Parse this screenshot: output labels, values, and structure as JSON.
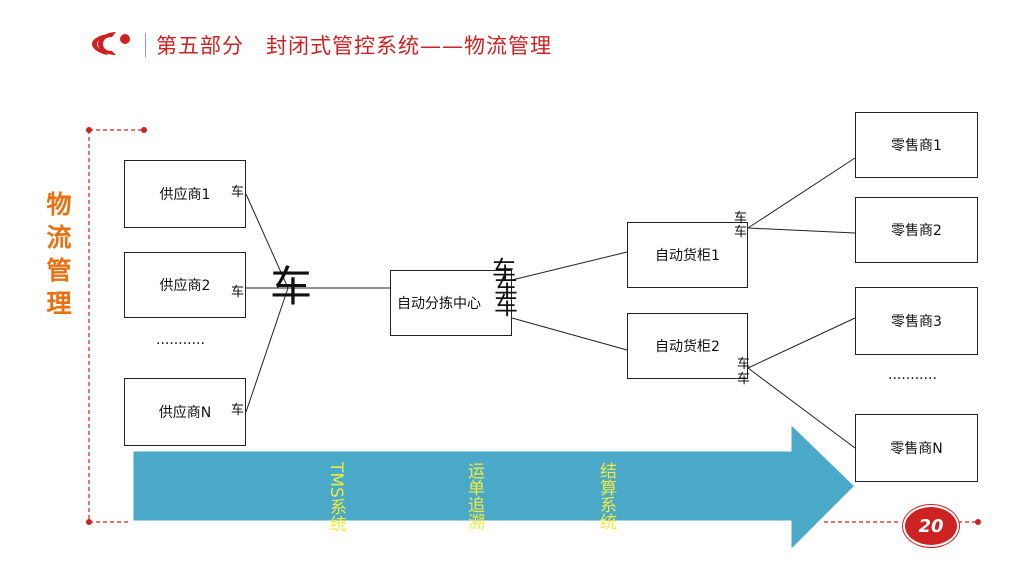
{
  "header": {
    "title": "第五部分　封闭式管控系统——物流管理"
  },
  "side_title": "物流管理",
  "suppliers": [
    "供应商1",
    "供应商2",
    "...........",
    "供应商N"
  ],
  "hub": "自动分拣中心",
  "cabinets": [
    "自动货柜1",
    "自动货柜2"
  ],
  "retailers": [
    "零售商1",
    "零售商2",
    "零售商3",
    "...........",
    "零售商N"
  ],
  "vehicle_char": "车",
  "arrow_labels": [
    "TMS系统",
    "运单追溯",
    "结算系统"
  ],
  "page_number": "20",
  "colors": {
    "accent_red": "#cc2222",
    "side_orange": "#e87010",
    "arrow_blue": "#4aa9c8",
    "arrow_text": "#f2ea3c"
  }
}
